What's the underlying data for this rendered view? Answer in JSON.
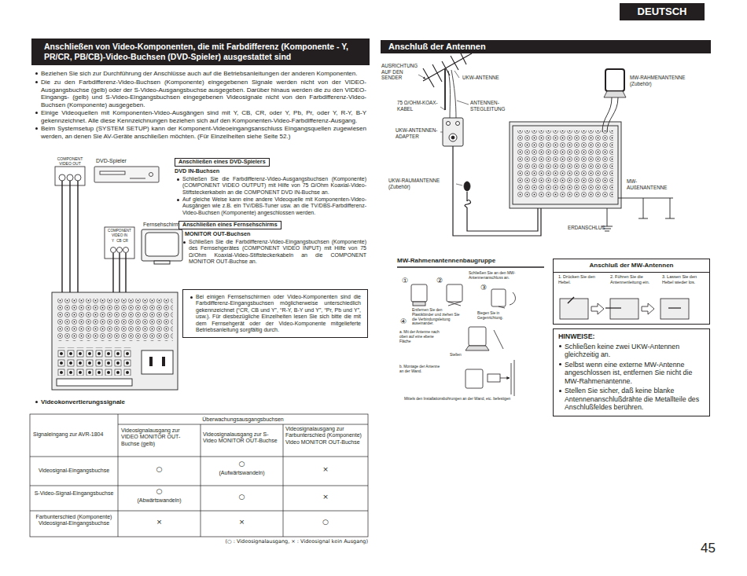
{
  "diagram": {
    "nodes": [
      {
        "text": [
          "DEUTSCH"
        ]
      },
      {
        "text": [
          "Anschließen von Video-Komponenten, die mit Farbdifferenz (Komponente - Y, PR/CR, PB/CB)-Video-Buchsen (DVD-Spieler) ausgestattet sind"
        ]
      },
      {
        "text": [
          "Anschließen eines DVD-Spielers"
        ]
      },
      {
        "text": [
          "Anschließen eines Fernsehschirms"
        ]
      },
      {
        "text": [
          "Bei einigen Fernsehschirmen oder Video-Komponenten sind die Farbdifferenz-Eingangsbuchsen möglicherweise unterschiedlich gekennzeichnet (“CR, CB und Y”, “R-Y, B-Y und Y”, “Pr, Pb und Y”, usw.). Für diesbezügliche Einzelheiten lesen Sie sich bitte die mit dem Fernsehgerät oder der Video-Komponente mitgelieferte Betriebsanleitung sorgfältig durch."
        ]
      },
      {
        "text": [
          "Anschluß der Antennen"
        ]
      },
      {
        "text": [
          "Anschluß der MW-Antennen",
          "1. Drücken Sie den Hebel.",
          "2. Führen Sie die Antennenleitung ein.",
          "3. Lassen Sie den Hebel wieder los."
        ]
      },
      {
        "text": [
          "HINWEISE:",
          "Schließen keine zwei UKW-Antennen gleichzeitig an.",
          "Selbst wenn eine externe MW-Antenne angeschlossen ist, entfernen Sie nicht die MW-Rahmenantenne.",
          "Stellen Sie sicher, daß keine blanke Antennenanschlußdrähte die Metallteile des Anschlußfeldes berühren."
        ]
      }
    ],
    "labels": [
      "Beziehen Sie sich zur Durchführung der Anschlüsse auch auf die Betriebsanleitungen der anderen Komponenten.",
      "Die zu den Farbdifferenz-Video-Buchsen (Komponente) eingegebenen Signale werden nicht von der VIDEO-Ausgangsbuchse (gelb) oder der S-Video-Ausgangsbuchse ausgegeben. Darüber hinaus werden die zu den VIDEO-Eingangs- (gelb) und S-Video-Eingangsbuchsen eingegebenen Videosignale nicht von den Farbdifferenz-Video-Buchsen (Komponente) ausgegeben.",
      "Einige Videoquellen mit Komponenten-Video-Ausgängen sind mit Y, CB, CR, oder Y, Pb, Pr, oder Y, R-Y, B-Y gekennzeichnet. Alle diese Kennzeichnungen beziehen sich auf den Komponenten-Video-Farbdifferenz-Ausgang.",
      "Beim Systemsetup (SYSTEM SETUP) kann der Komponent-Videoeingangsanschluss Eingangsquellen zugewiesen werden, an denen Sie AV-Geräte anschließen möchten. (Für Einzelheiten siehe Seite 52.)",
      "COMPONENT VIDEO OUT",
      "DVD-Spieler",
      "DVD IN-Buchsen",
      "Schließen Sie die Farbdifferenz-Video-Ausgangsbuchsen (Komponente) (COMPONENT VIDEO OUTPUT) mit Hilfe von 75 Ω/Ohm Koaxial-Video-Stiftsteckerkabeln an die COMPONENT DVD IN-Buchse an.",
      "Auf gleiche Weise kann eine andere Videoquelle mit Komponenten-Video-Ausgängen wie z.B. ein TV/DBS-Tuner usw. an die TV/DBS-Farbdifferenz-Video-Buchsen (Komponente) angeschlossen werden.",
      "Fernsehschirm",
      "COMPONENT VIDEO IN",
      "Y",
      "CB",
      "CR",
      "MONITOR OUT-Buchsen",
      "Schließen Sie die Farbdifferenz-Video-Eingangsbuchsen (Komponente) des Fernsehgerätes (COMPONENT VIDEO INPUT) mit Hilfe von 75 Ω/Ohm Koaxial-Video-Stiftsteckerkabeln an die COMPONENT MONITOR OUT-Buchse an.",
      "Videokonvertierungssignale",
      "Überwachungsausgangsbuchsen",
      "Signaleingang zur AVR-1804",
      "Videosignalausgang zur VIDEO MONITOR OUT-Buchse (gelb)",
      "Videosignalausgang zur S-Video MONITOR OUT-Buchse",
      "Videosignalausgang zur Farbunterschied (Komponente) Video MONITOR OUT-Buchse",
      "Videosignal-Eingangsbuchse",
      "○",
      "○",
      "(Aufwärtswandeln)",
      "×",
      "S-Video-Signal-Eingangsbuchse",
      "○",
      "(Abwärtswandeln)",
      "○",
      "×",
      "Farbunterschied (Komponente) Videosignal-Eingangsbuchse",
      "×",
      "×",
      "○",
      "(○ : Videosignalausgang, × : Videosignal kein Ausgang)",
      "AUSRICHTUNG AUF DEN SENDER",
      "UKW-ANTENNE",
      "MW-RAHMENANTENNE (Zubehör)",
      "75 Ω/OHM-KOAX-KABEL",
      "ANTENNEN-STEGLEITUNG",
      "UKW-ANTENNEN-ADAPTER",
      "UKW-RAUMANTENNE (Zubehör)",
      "MW-AUßENANTENNE",
      "ERDANSCHLUß",
      "MW-Rahmenantennenbaugruppe",
      "①",
      "②",
      "③",
      "④",
      "Schließen Sie an den MW-Antennenanschluss an.",
      "Entfernen Sie den Plastikbinder und ziehen Sie die Verbindungsleitung auseinander.",
      "Biegen Sie in Gegenrichtung.",
      "a. Mit der Antenne nach oben auf eine ebene Fläche",
      "Stellen",
      "b. Montage der Antenne an der Wand.",
      "Mittels den Installationsbohrungen an der Wand, etc. befestigen",
      "45"
    ]
  }
}
